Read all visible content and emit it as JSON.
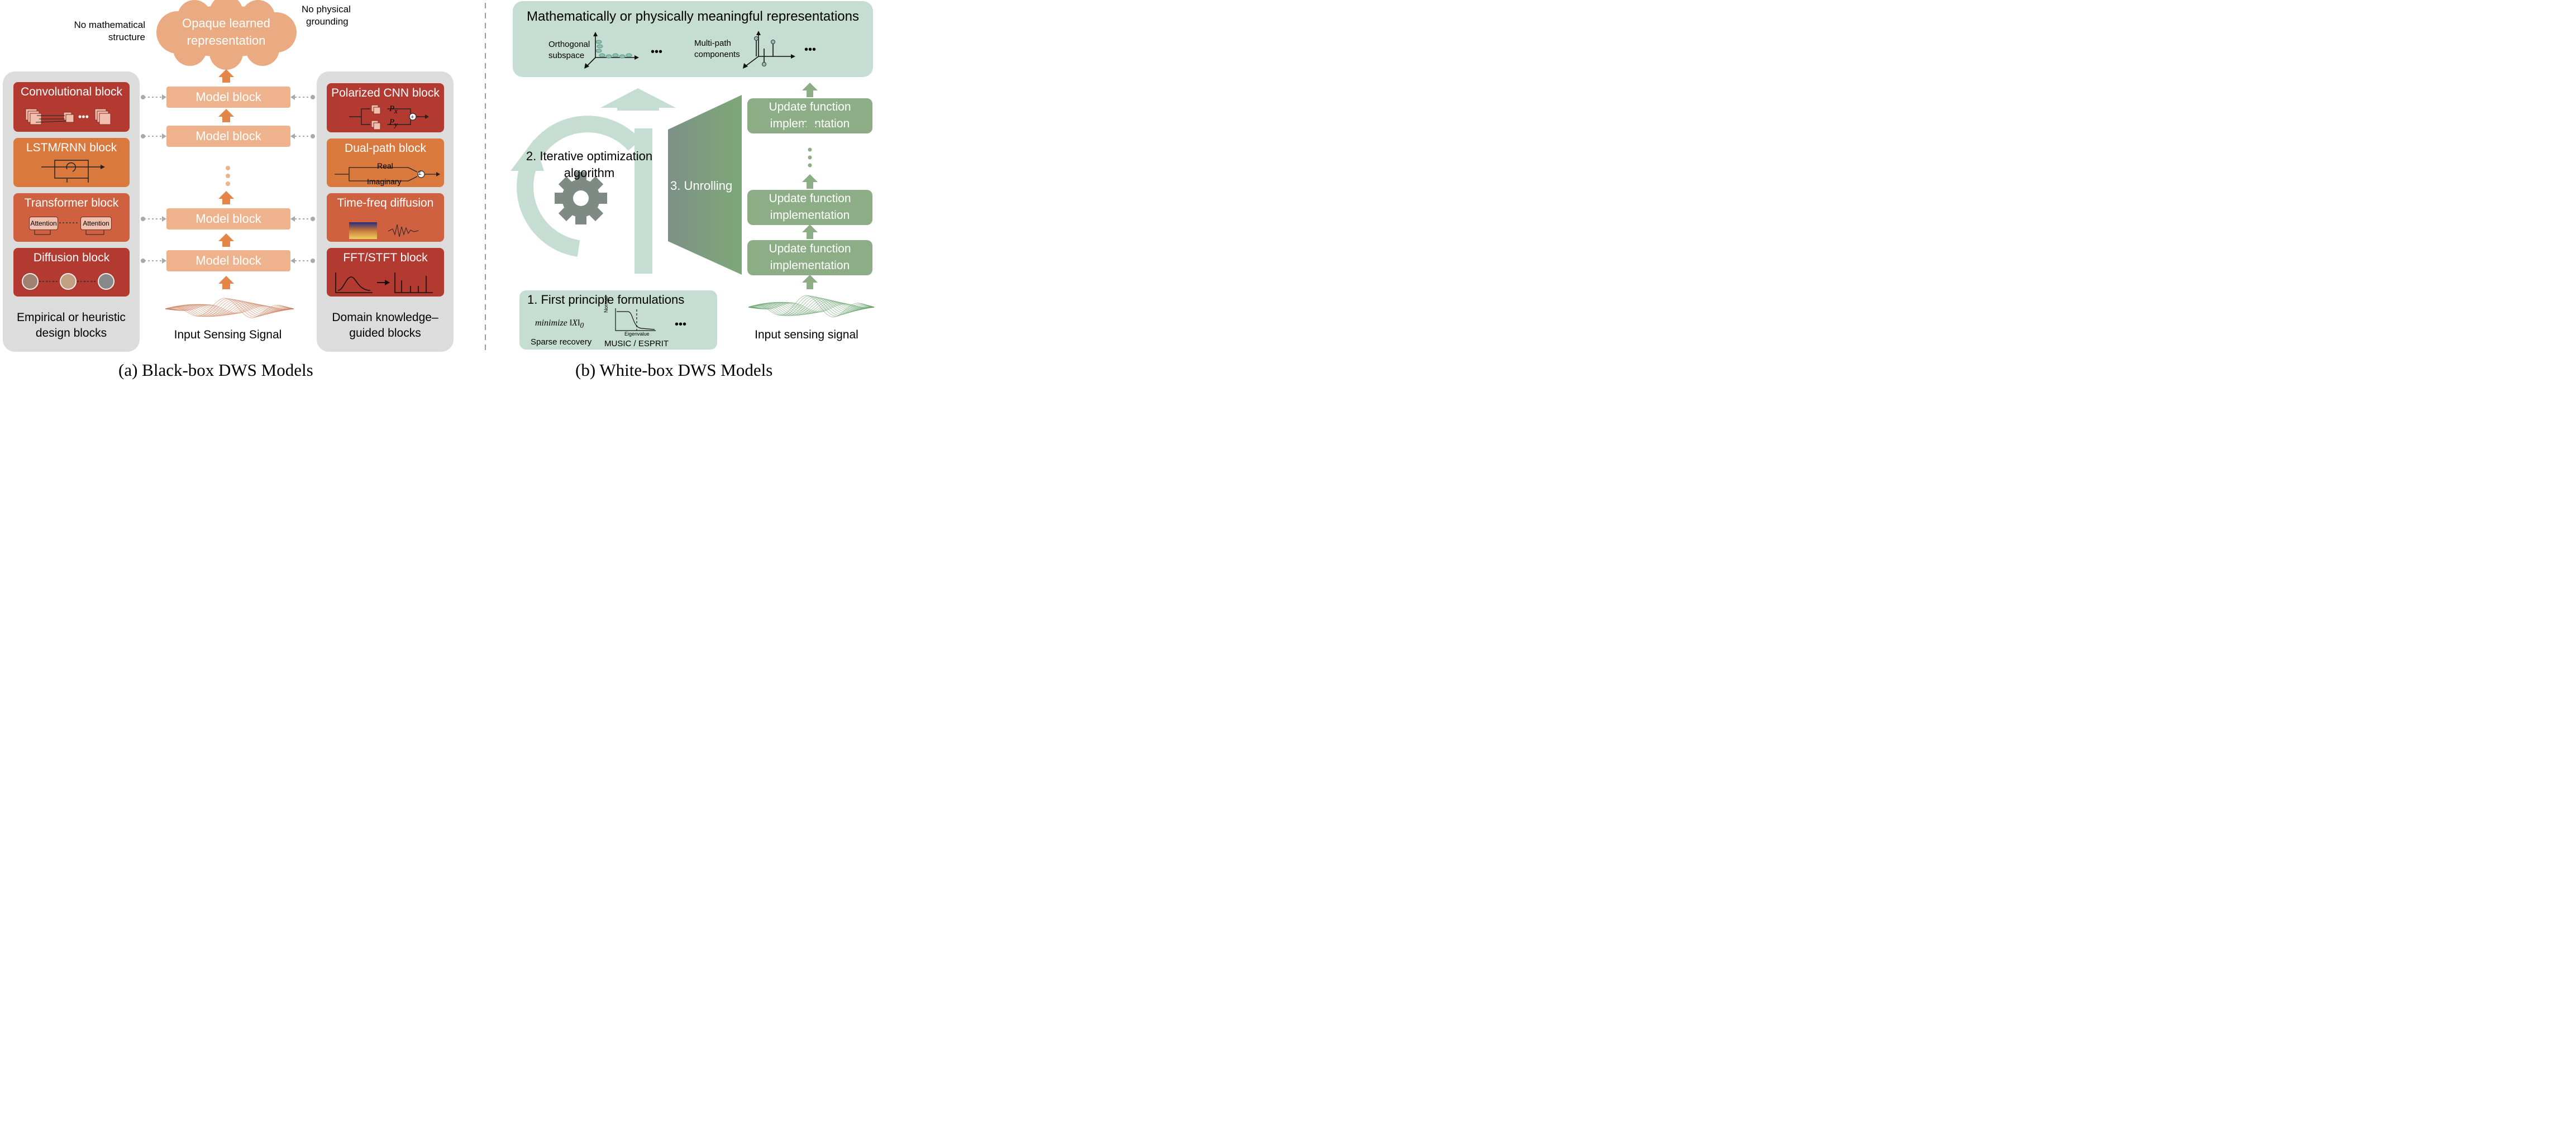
{
  "panel_a": {
    "cloud_text": [
      "Opaque learned",
      "representation"
    ],
    "note_left": [
      "No mathematical",
      "structure"
    ],
    "note_right": [
      "No physical",
      "grounding"
    ],
    "left_blocks": [
      {
        "title": "Convolutional block",
        "color": "#b23a30"
      },
      {
        "title": "LSTM/RNN block",
        "color": "#d9793d"
      },
      {
        "title": "Transformer block",
        "color": "#cf6140"
      },
      {
        "title": "Diffusion block",
        "color": "#b23a30"
      }
    ],
    "attention_label": "Attention",
    "left_panel_label": [
      "Empirical or heuristic",
      "design blocks"
    ],
    "model_block_label": "Model block",
    "input_label": "Input Sensing Signal",
    "right_blocks": [
      {
        "title": "Polarized CNN block",
        "color": "#b23a30"
      },
      {
        "title": "Dual-path block",
        "color": "#d9793d"
      },
      {
        "title": "Time-freq diffusion",
        "color": "#cf6140"
      },
      {
        "title": "FFT/STFT block",
        "color": "#b23a30"
      }
    ],
    "px_label": "P",
    "px_sub": "x",
    "py_label": "P",
    "py_sub": "y",
    "real_label": "Real",
    "imag_label": "Imaginary",
    "sigma_label": "Σ",
    "right_panel_label": [
      "Domain knowledge–",
      "guided blocks"
    ],
    "caption": "(a) Black-box DWS Models"
  },
  "panel_b": {
    "top_title": "Mathematically or physically meaningful representations",
    "orthogonal_label": [
      "Orthogonal",
      "subspace"
    ],
    "multipath_label": [
      "Multi-path",
      "components"
    ],
    "ellipsis": "•••",
    "iterative_label": [
      "2. Iterative optimization",
      "algorithm"
    ],
    "unrolling_label": "3. Unrolling",
    "update_label": [
      "Update function",
      "implementation"
    ],
    "first_principle_title": "1. First principle formulations",
    "minimize_text": "minimize",
    "norm_text": "‖X‖",
    "norm_sub": "0",
    "sparse_label": "Sparse recovery",
    "music_label": "MUSIC / ESPRIT",
    "normal_axis": "Normal",
    "eigen_axis": "Eigenvalue",
    "input_label": "Input sensing signal",
    "caption": "(b) White-box DWS Models"
  },
  "colors": {
    "cloud": "#eaaa82",
    "model_block": "#eeb28c",
    "arrow_orange": "#e4864a",
    "gray_panel": "#dcdcdc",
    "teal_light": "#c5ddd3",
    "green": "#8cad85"
  }
}
